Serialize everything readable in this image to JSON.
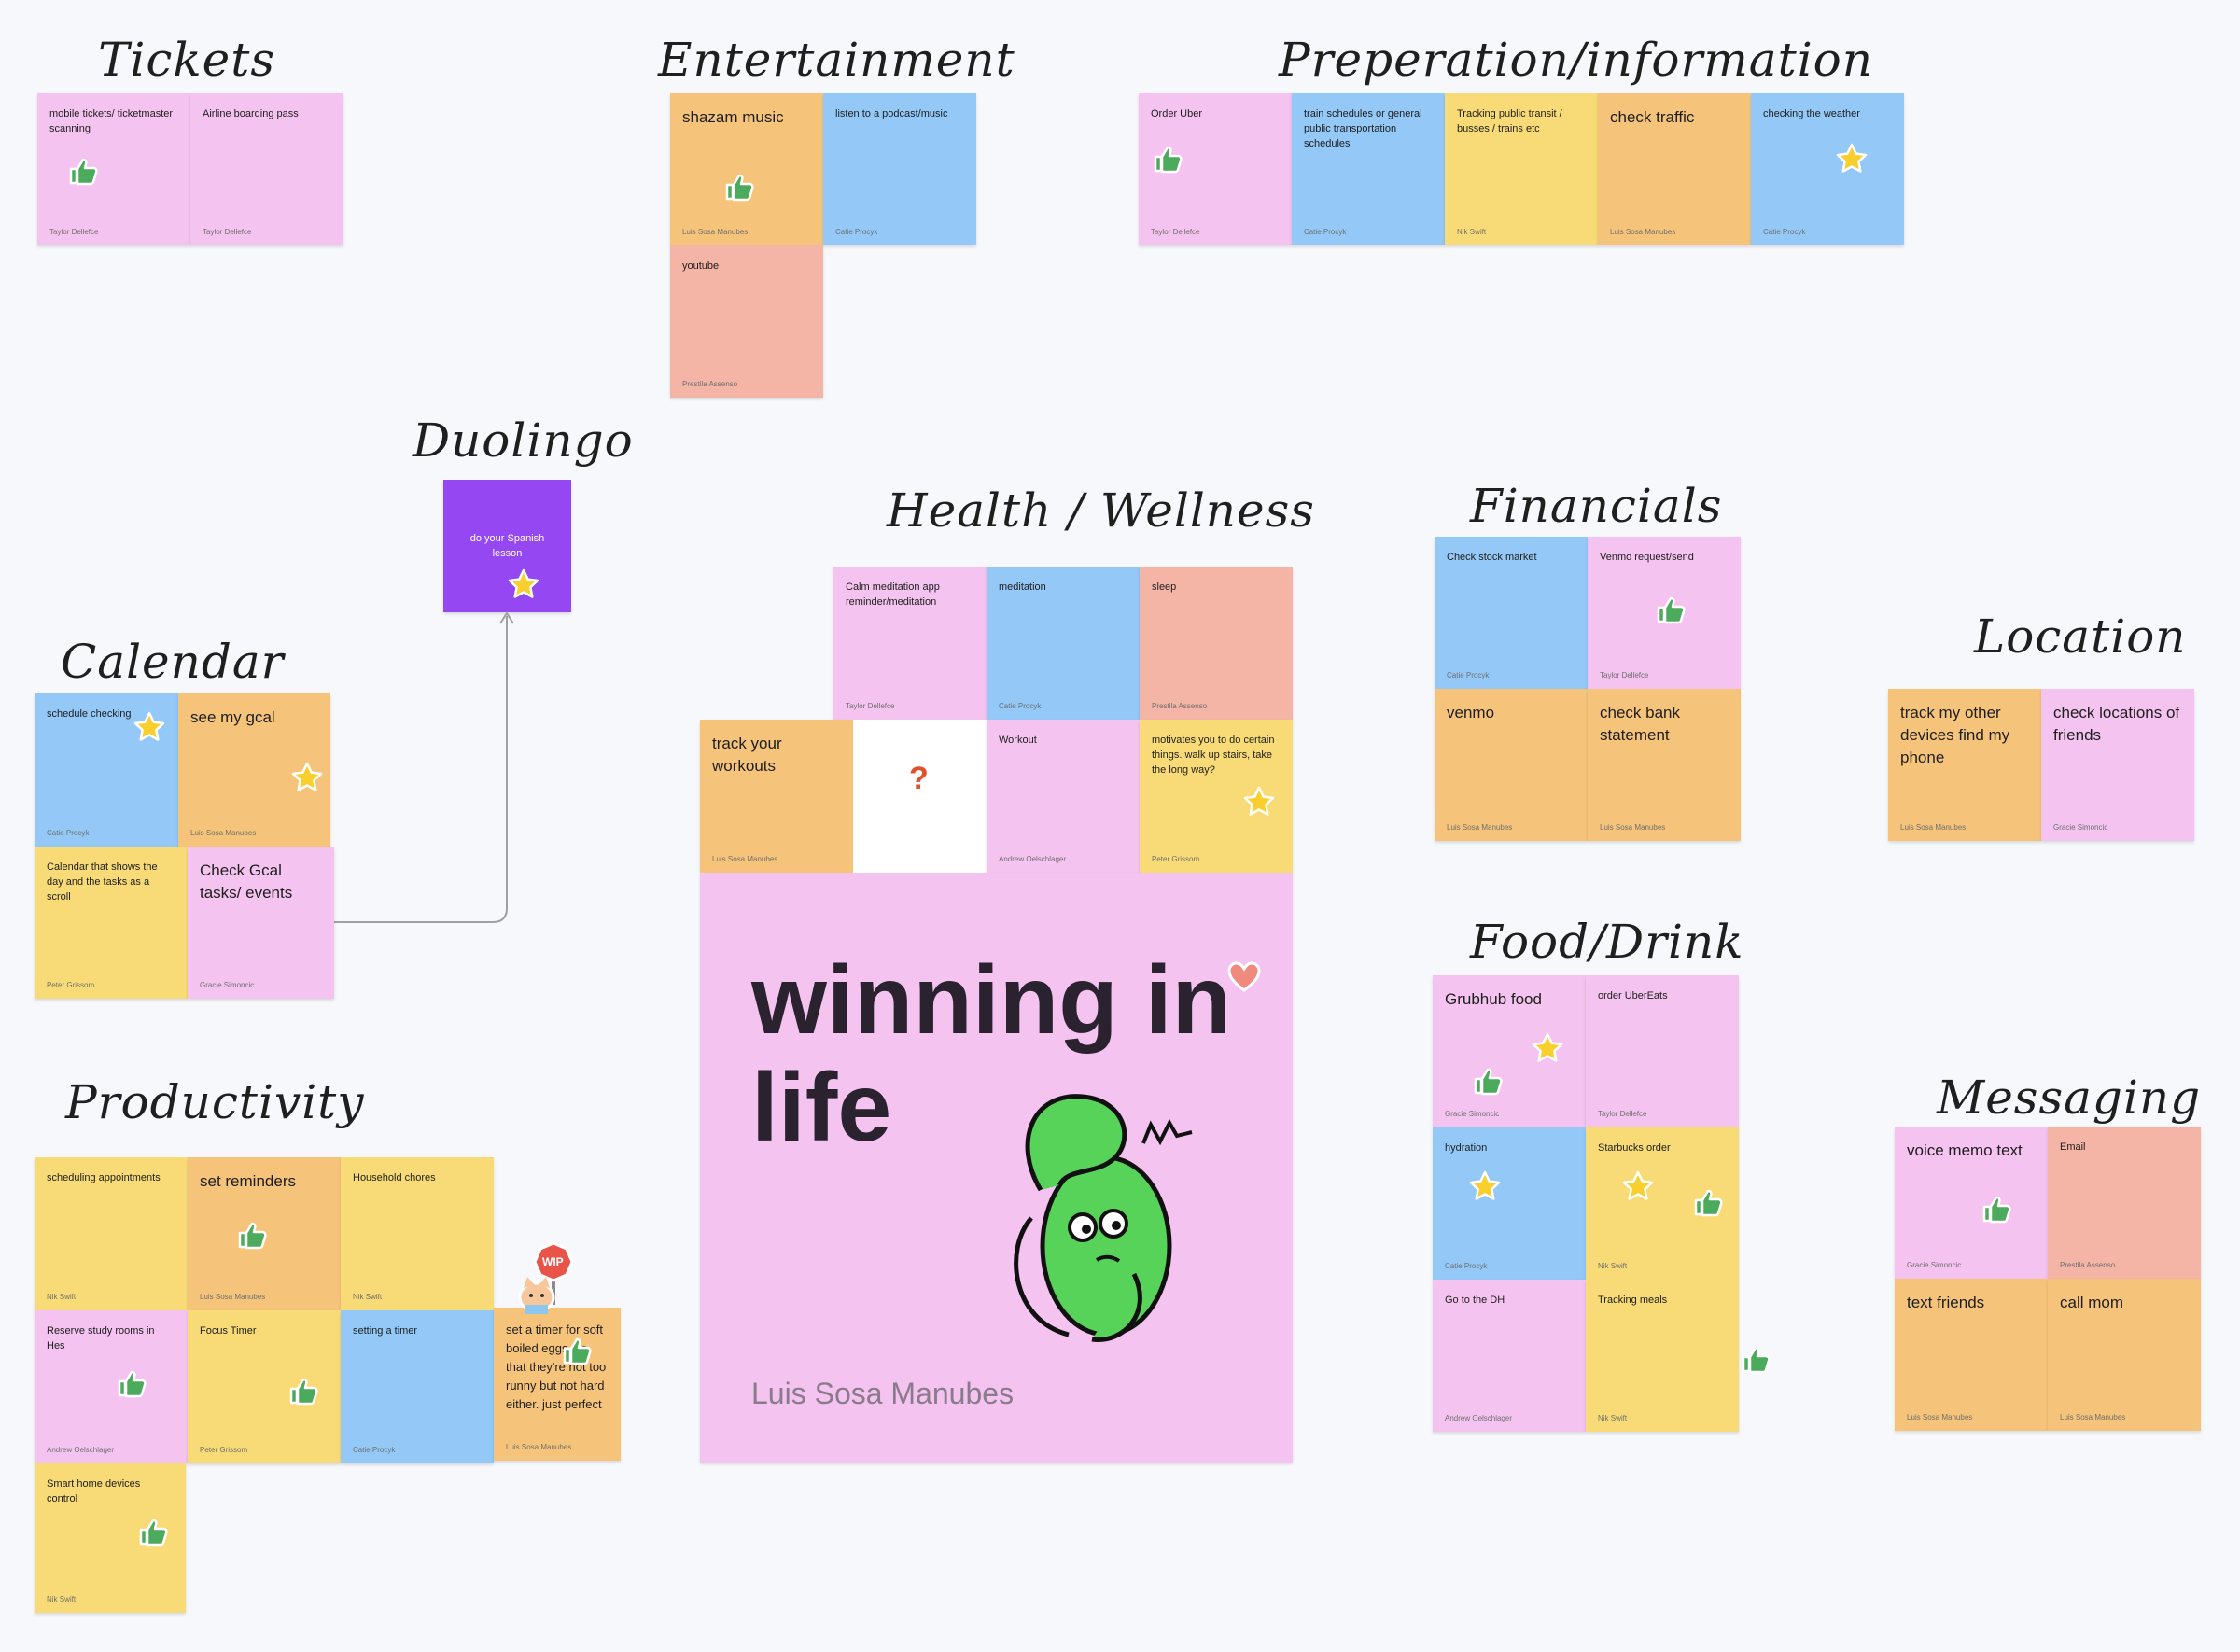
{
  "titles": {
    "tickets": "Tickets",
    "entertainment": "Entertainment",
    "preparation": "Preperation/information",
    "duolingo": "Duolingo",
    "health": "Health / Wellness",
    "financials": "Financials",
    "location": "Location",
    "calendar": "Calendar",
    "food": "Food/Drink",
    "messaging": "Messaging",
    "productivity": "Productivity"
  },
  "notes": {
    "tickets": [
      {
        "text": "mobile tickets/ ticketmaster scanning",
        "author": "Taylor Dellefce"
      },
      {
        "text": "Airline boarding pass",
        "author": "Taylor Dellefce"
      }
    ],
    "entertainment": [
      {
        "text": "shazam music",
        "author": "Luis Sosa Manubes"
      },
      {
        "text": "listen to a podcast/music",
        "author": "Catie Procyk"
      },
      {
        "text": "youtube",
        "author": "Prestila Assenso"
      }
    ],
    "preparation": [
      {
        "text": "Order Uber",
        "author": "Taylor Dellefce"
      },
      {
        "text": "train schedules or general public transportation schedules",
        "author": "Catie Procyk"
      },
      {
        "text": "Tracking public transit / busses / trains etc",
        "author": "Nik Swift"
      },
      {
        "text": "check traffic",
        "author": "Luis Sosa Manubes"
      },
      {
        "text": "checking the weather",
        "author": "Catie Procyk"
      }
    ],
    "duolingo": [
      {
        "text": "do your Spanish lesson",
        "author": ""
      }
    ],
    "health": [
      {
        "text": "Calm meditation app reminder/meditation",
        "author": "Taylor Dellefce"
      },
      {
        "text": "meditation",
        "author": "Catie Procyk"
      },
      {
        "text": "sleep",
        "author": "Prestila Assenso"
      },
      {
        "text": "track your workouts",
        "author": "Luis Sosa Manubes"
      },
      {
        "text": "Workout",
        "author": "Andrew Oelschlager"
      },
      {
        "text": "motivates you to do certain things. walk up stairs, take the long way?",
        "author": "Peter Grissom"
      }
    ],
    "big": {
      "line1": "winning in",
      "line2": "life",
      "author": "Luis Sosa Manubes"
    },
    "financials": [
      {
        "text": "Check stock market",
        "author": "Catie Procyk"
      },
      {
        "text": "Venmo request/send",
        "author": "Taylor Dellefce"
      },
      {
        "text": "venmo",
        "author": "Luis Sosa Manubes"
      },
      {
        "text": "check bank statement",
        "author": "Luis Sosa Manubes"
      }
    ],
    "location": [
      {
        "text": "track my other devices find my phone",
        "author": "Luis Sosa Manubes"
      },
      {
        "text": "check locations of friends",
        "author": "Gracie Simoncic"
      }
    ],
    "calendar": [
      {
        "text": "schedule checking",
        "author": "Catie Procyk"
      },
      {
        "text": "see my gcal",
        "author": "Luis Sosa Manubes"
      },
      {
        "text": "Calendar that shows the day and the tasks as a scroll",
        "author": "Peter Grissom"
      },
      {
        "text": "Check Gcal tasks/ events",
        "author": "Gracie Simoncic"
      }
    ],
    "food": [
      {
        "text": "Grubhub food",
        "author": "Gracie Simoncic"
      },
      {
        "text": "order UberEats",
        "author": "Taylor Dellefce"
      },
      {
        "text": "hydration",
        "author": "Catie Procyk"
      },
      {
        "text": "Starbucks order",
        "author": "Nik Swift"
      },
      {
        "text": "Go to the DH",
        "author": "Andrew Oelschlager"
      },
      {
        "text": "Tracking meals",
        "author": "Nik Swift"
      }
    ],
    "messaging": [
      {
        "text": "voice memo text",
        "author": "Gracie Simoncic"
      },
      {
        "text": "Email",
        "author": "Prestila Assenso"
      },
      {
        "text": "text friends",
        "author": "Luis Sosa Manubes"
      },
      {
        "text": "call mom",
        "author": "Luis Sosa Manubes"
      }
    ],
    "productivity": [
      {
        "text": "scheduling appointments",
        "author": "Nik Swift"
      },
      {
        "text": "set reminders",
        "author": "Luis Sosa Manubes"
      },
      {
        "text": "Household chores",
        "author": "Nik Swift"
      },
      {
        "text": "Reserve study rooms in Hes",
        "author": "Andrew Oelschlager"
      },
      {
        "text": "Focus Timer",
        "author": "Peter Grissom"
      },
      {
        "text": "setting a timer",
        "author": "Catie Procyk"
      },
      {
        "text": "set a timer for soft boiled eggs, so that they're not too runny but not hard either. just perfect",
        "author": "Luis Sosa Manubes"
      },
      {
        "text": "Smart home devices control",
        "author": "Nik Swift"
      }
    ]
  },
  "stickers": {
    "question": "?",
    "wip": "WIP"
  },
  "colors": {
    "pink": "#f4c3ef",
    "blue": "#93c8f7",
    "orange": "#f5c47a",
    "yellow": "#f8db76",
    "salmon": "#f4b4a6",
    "purple": "#9548f1"
  }
}
